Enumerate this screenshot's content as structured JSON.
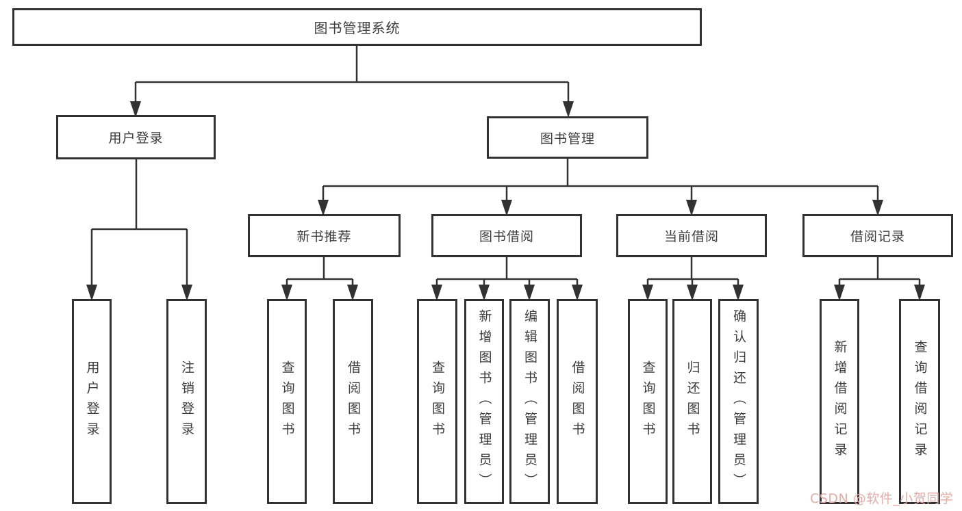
{
  "diagram": {
    "root": {
      "label": "图书管理系统"
    },
    "user_branch": {
      "label": "用户登录",
      "children": [
        {
          "label": "用户登录"
        },
        {
          "label": "注销登录"
        }
      ]
    },
    "book_branch": {
      "label": "图书管理",
      "sections": [
        {
          "label": "新书推荐",
          "children": [
            {
              "label": "查询图书"
            },
            {
              "label": "借阅图书"
            }
          ]
        },
        {
          "label": "图书借阅",
          "children": [
            {
              "label": "查询图书"
            },
            {
              "label": "新增图书（管理员）"
            },
            {
              "label": "编辑图书（管理员）"
            },
            {
              "label": "借阅图书"
            }
          ]
        },
        {
          "label": "当前借阅",
          "children": [
            {
              "label": "查询图书"
            },
            {
              "label": "归还图书"
            },
            {
              "label": "确认归还（管理员）"
            }
          ]
        },
        {
          "label": "借阅记录",
          "children": [
            {
              "label": "新增借阅记录"
            },
            {
              "label": "查询借阅记录"
            }
          ]
        }
      ]
    }
  },
  "watermark": {
    "text": "CSDN @软件_小贺同学",
    "color": "#e7aaa5"
  },
  "colors": {
    "line": "#323232",
    "text": "#3c3c3c",
    "background": "#ffffff"
  }
}
